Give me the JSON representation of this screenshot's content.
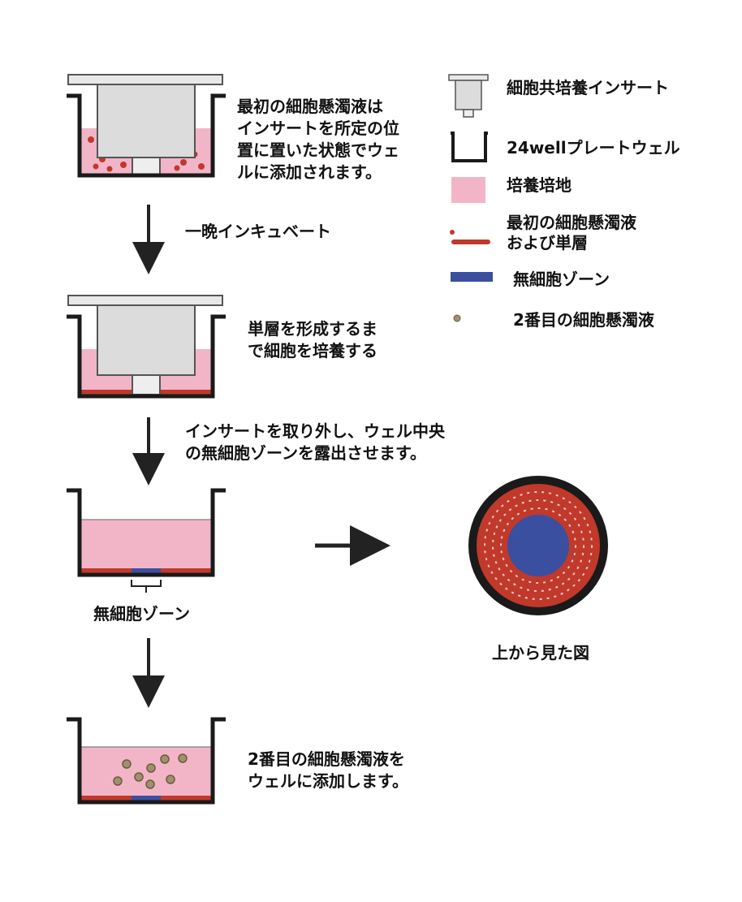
{
  "steps": {
    "step1_text": "最初の細胞懸濁液は\nインサートを所定の位\n置に置いた状態でウェ\nルに添加されます。",
    "arrow1_text": "一晩インキュベート",
    "step2_text": "単層を形成するま\nで細胞を培養する",
    "arrow2_text": "インサートを取り外し、ウェル中央\nの無細胞ゾーンを露出させます。",
    "cell_free_zone_label": "無細胞ゾーン",
    "top_view_label": "上から見た図",
    "step4_text": "2番目の細胞懸濁液を\nウェルに添加します。"
  },
  "legend": {
    "insert": "細胞共培養インサート",
    "well": "24wellプレートウェル",
    "medium": "培養培地",
    "first_suspension": "最初の細胞懸濁液\nおよび単層",
    "cell_free_zone": "無細胞ゾーン",
    "second_suspension": "2番目の細胞懸濁液"
  },
  "colors": {
    "medium_pink": "#f2b5c8",
    "cell_red": "#c0392b",
    "zone_blue": "#3a4fa0",
    "insert_gray": "#dcdcdc",
    "second_cell": "#a09070"
  }
}
